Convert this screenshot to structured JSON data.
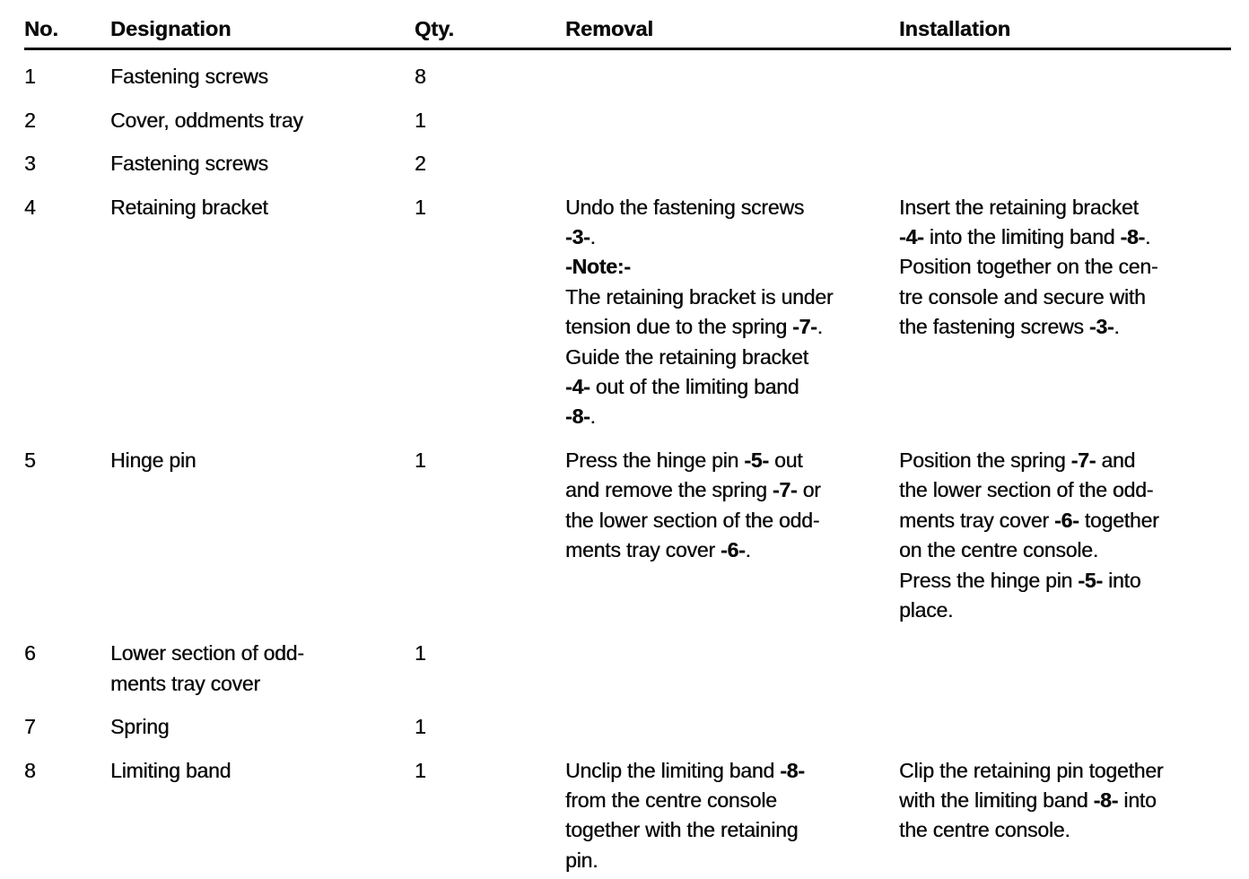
{
  "table": {
    "headers": [
      "No.",
      "Designation",
      "Qty.",
      "Removal",
      "Installation"
    ],
    "rows": [
      {
        "no": "1",
        "designation": [
          "Fastening screws"
        ],
        "qty": "8",
        "removal": [],
        "installation": []
      },
      {
        "no": "2",
        "designation": [
          "Cover, oddments tray"
        ],
        "qty": "1",
        "removal": [],
        "installation": []
      },
      {
        "no": "3",
        "designation": [
          "Fastening screws"
        ],
        "qty": "2",
        "removal": [],
        "installation": []
      },
      {
        "no": "4",
        "designation": [
          "Retaining bracket"
        ],
        "qty": "1",
        "removal": [
          [
            {
              "t": "Undo the fastening screws",
              "b": false
            }
          ],
          [
            {
              "t": "-3-",
              "b": true
            },
            {
              "t": ".",
              "b": false
            }
          ],
          [
            {
              "t": "-Note:-",
              "b": true
            }
          ],
          [
            {
              "t": "The retaining bracket is under",
              "b": false
            }
          ],
          [
            {
              "t": "tension due to the spring ",
              "b": false
            },
            {
              "t": "-7-",
              "b": true
            },
            {
              "t": ".",
              "b": false
            }
          ],
          [
            {
              "t": "Guide the retaining bracket",
              "b": false
            }
          ],
          [
            {
              "t": "-4-",
              "b": true
            },
            {
              "t": " out of the limiting band",
              "b": false
            }
          ],
          [
            {
              "t": "-8-",
              "b": true
            },
            {
              "t": ".",
              "b": false
            }
          ]
        ],
        "installation": [
          [
            {
              "t": "Insert the retaining bracket",
              "b": false
            }
          ],
          [
            {
              "t": "-4-",
              "b": true
            },
            {
              "t": " into the limiting band ",
              "b": false
            },
            {
              "t": "-8-",
              "b": true
            },
            {
              "t": ".",
              "b": false
            }
          ],
          [
            {
              "t": "Position together on the cen-",
              "b": false
            }
          ],
          [
            {
              "t": "tre console and secure with",
              "b": false
            }
          ],
          [
            {
              "t": "the fastening screws ",
              "b": false
            },
            {
              "t": "-3-",
              "b": true
            },
            {
              "t": ".",
              "b": false
            }
          ]
        ]
      },
      {
        "no": "5",
        "designation": [
          "Hinge pin"
        ],
        "qty": "1",
        "removal": [
          [
            {
              "t": "Press the hinge pin ",
              "b": false
            },
            {
              "t": "-5-",
              "b": true
            },
            {
              "t": " out",
              "b": false
            }
          ],
          [
            {
              "t": "and remove the spring ",
              "b": false
            },
            {
              "t": "-7-",
              "b": true
            },
            {
              "t": " or",
              "b": false
            }
          ],
          [
            {
              "t": "the lower section of the odd-",
              "b": false
            }
          ],
          [
            {
              "t": "ments tray cover ",
              "b": false
            },
            {
              "t": "-6-",
              "b": true
            },
            {
              "t": ".",
              "b": false
            }
          ]
        ],
        "installation": [
          [
            {
              "t": "Position the spring ",
              "b": false
            },
            {
              "t": "-7-",
              "b": true
            },
            {
              "t": " and",
              "b": false
            }
          ],
          [
            {
              "t": "the lower section of the odd-",
              "b": false
            }
          ],
          [
            {
              "t": "ments tray cover ",
              "b": false
            },
            {
              "t": "-6-",
              "b": true
            },
            {
              "t": " together",
              "b": false
            }
          ],
          [
            {
              "t": "on the centre console.",
              "b": false
            }
          ],
          [
            {
              "t": "Press the hinge pin ",
              "b": false
            },
            {
              "t": "-5-",
              "b": true
            },
            {
              "t": " into",
              "b": false
            }
          ],
          [
            {
              "t": "place.",
              "b": false
            }
          ]
        ]
      },
      {
        "no": "6",
        "designation": [
          "Lower section of odd-",
          "ments tray cover"
        ],
        "qty": "1",
        "removal": [],
        "installation": []
      },
      {
        "no": "7",
        "designation": [
          "Spring"
        ],
        "qty": "1",
        "removal": [],
        "installation": []
      },
      {
        "no": "8",
        "designation": [
          "Limiting band"
        ],
        "qty": "1",
        "removal": [
          [
            {
              "t": "Unclip the limiting band ",
              "b": false
            },
            {
              "t": "-8-",
              "b": true
            }
          ],
          [
            {
              "t": "from the centre console",
              "b": false
            }
          ],
          [
            {
              "t": "together with the retaining",
              "b": false
            }
          ],
          [
            {
              "t": "pin.",
              "b": false
            }
          ]
        ],
        "installation": [
          [
            {
              "t": "Clip the retaining pin together",
              "b": false
            }
          ],
          [
            {
              "t": "with the limiting band ",
              "b": false
            },
            {
              "t": "-8-",
              "b": true
            },
            {
              "t": " into",
              "b": false
            }
          ],
          [
            {
              "t": "the centre console.",
              "b": false
            }
          ]
        ]
      }
    ]
  }
}
